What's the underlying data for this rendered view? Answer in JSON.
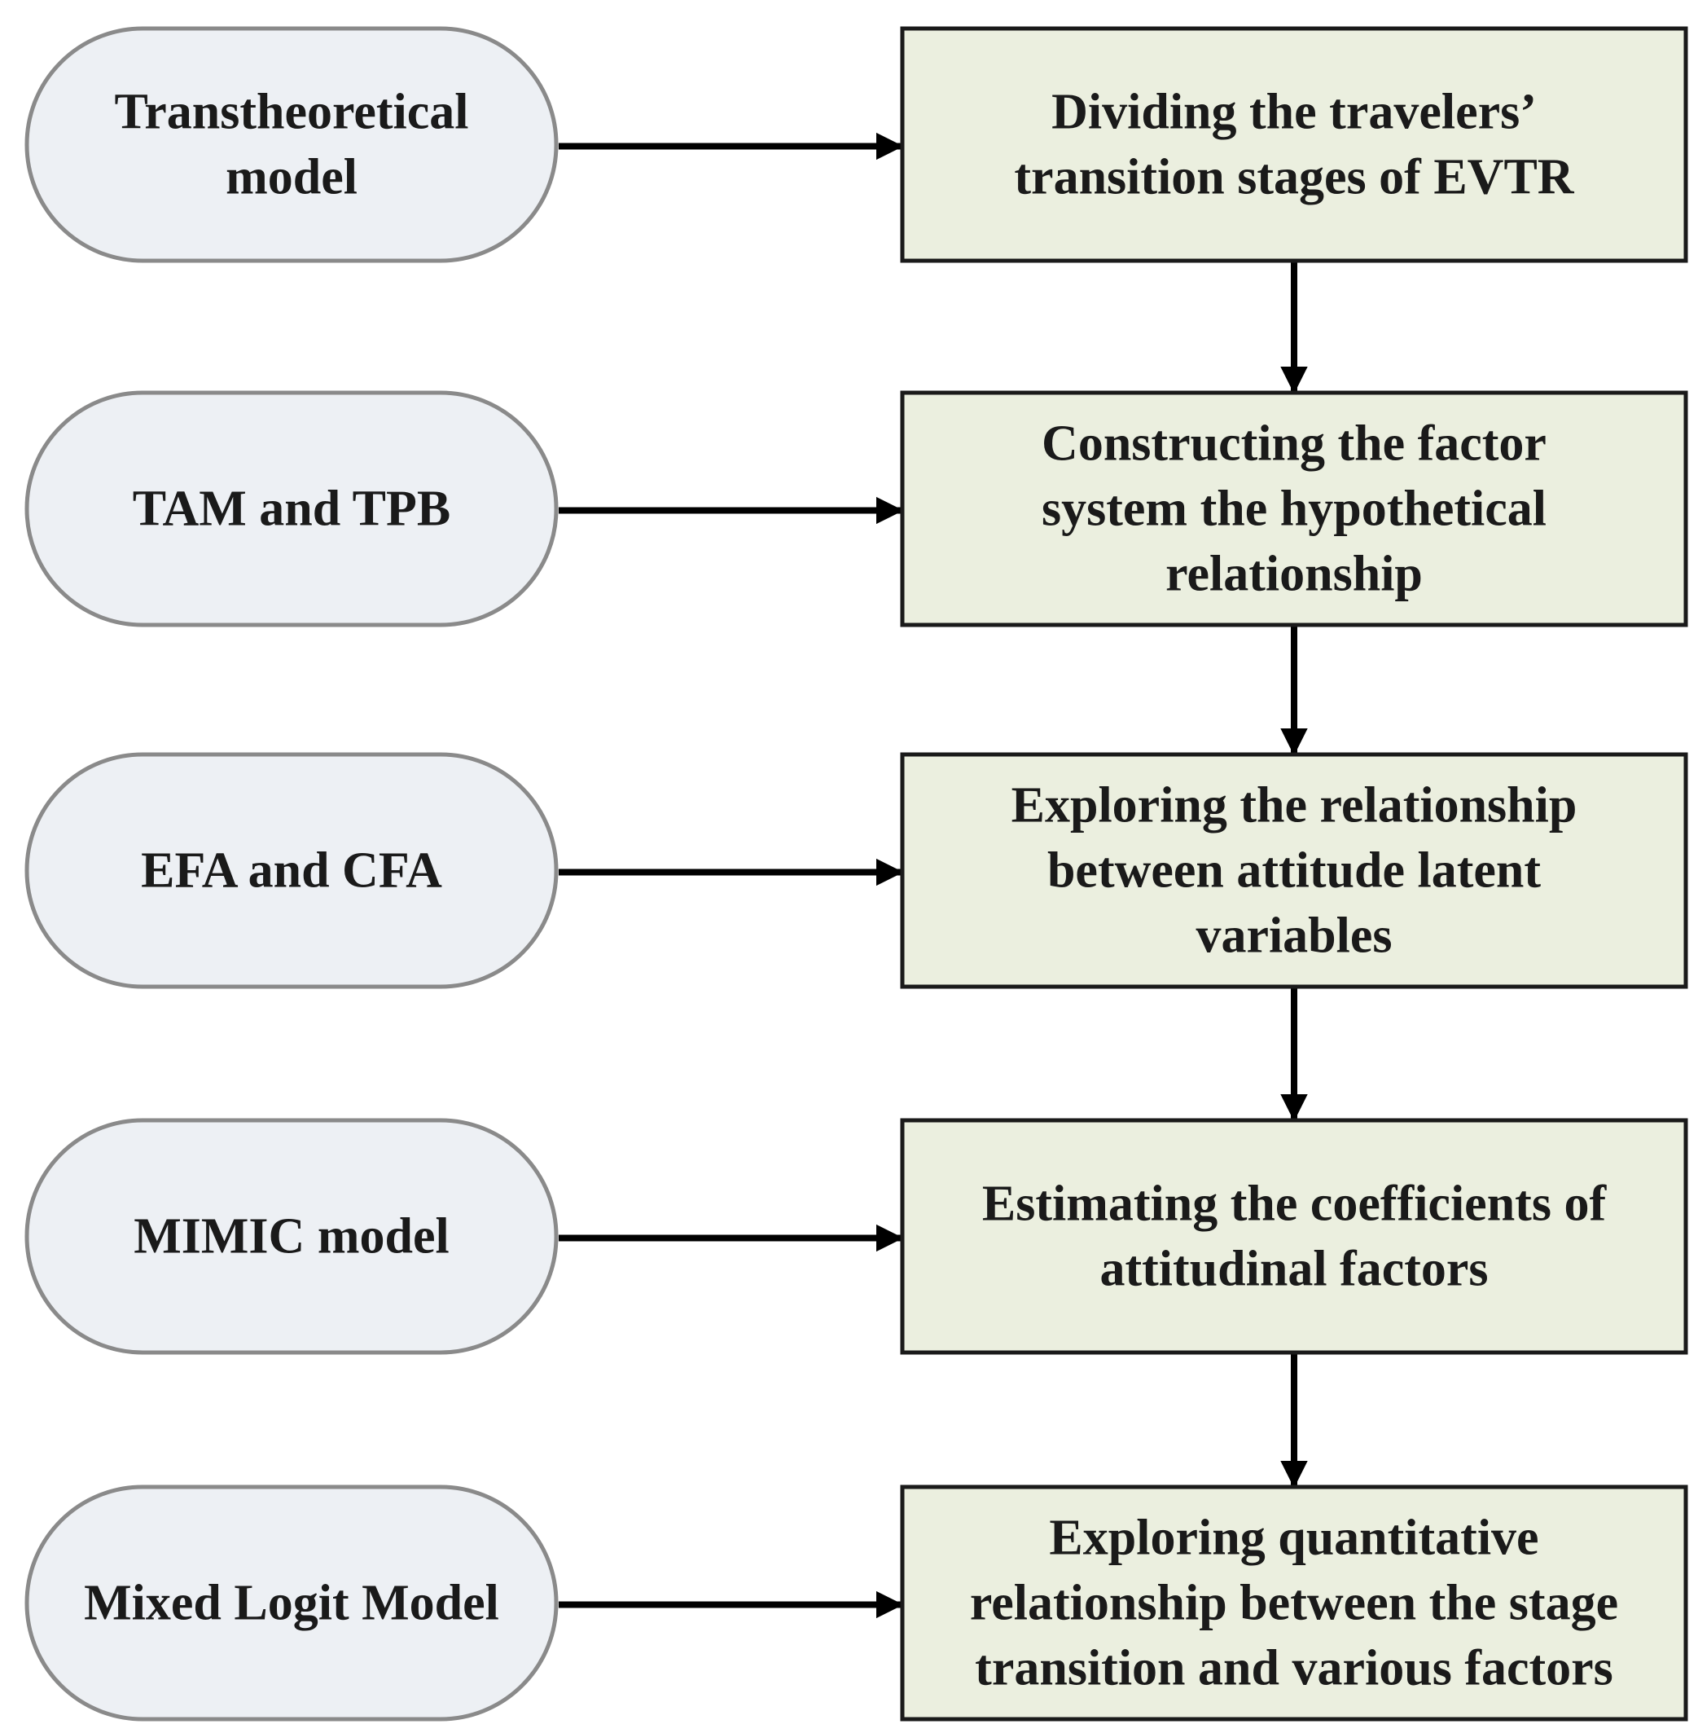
{
  "diagram": {
    "methods": [
      {
        "lines": [
          "Transtheoretical",
          "model"
        ]
      },
      {
        "lines": [
          "TAM and TPB"
        ]
      },
      {
        "lines": [
          "EFA and CFA"
        ]
      },
      {
        "lines": [
          "MIMIC model"
        ]
      },
      {
        "lines": [
          "Mixed Logit Model"
        ]
      }
    ],
    "steps": [
      {
        "lines": [
          "Dividing the travelers’",
          "transition stages of EVTR"
        ]
      },
      {
        "lines": [
          "Constructing the factor",
          "system the hypothetical",
          "relationship"
        ]
      },
      {
        "lines": [
          "Exploring the relationship",
          "between attitude latent",
          "variables"
        ]
      },
      {
        "lines": [
          "Estimating the coefficients of",
          "attitudinal factors"
        ]
      },
      {
        "lines": [
          "Exploring quantitative",
          "relationship between the stage",
          "transition and various factors"
        ]
      }
    ],
    "colors": {
      "method_fill": "#edf0f4",
      "method_stroke": "#8a8a8a",
      "step_fill": "#ebefdf",
      "step_stroke": "#1a1a1a",
      "arrow": "#000000",
      "text": "#1a1a1a"
    }
  }
}
